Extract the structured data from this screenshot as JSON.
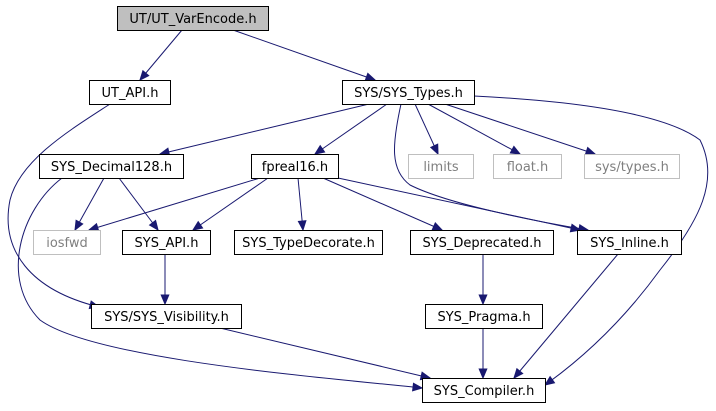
{
  "diagram": {
    "colors": {
      "edge": "#191970",
      "root_fill": "#bfbfbf",
      "node_border": "#000000",
      "system_border": "#bfbfbf",
      "system_text": "#7f7f7f"
    },
    "nodes": [
      {
        "id": "ut_varencode",
        "label": "UT/UT_VarEncode.h",
        "kind": "root"
      },
      {
        "id": "ut_api",
        "label": "UT_API.h",
        "kind": "header"
      },
      {
        "id": "sys_types",
        "label": "SYS/SYS_Types.h",
        "kind": "header"
      },
      {
        "id": "sys_decimal128",
        "label": "SYS_Decimal128.h",
        "kind": "header"
      },
      {
        "id": "fpreal16",
        "label": "fpreal16.h",
        "kind": "header"
      },
      {
        "id": "limits",
        "label": "limits",
        "kind": "system"
      },
      {
        "id": "float_h",
        "label": "float.h",
        "kind": "system"
      },
      {
        "id": "sys_types_sys",
        "label": "sys/types.h",
        "kind": "system"
      },
      {
        "id": "iosfwd",
        "label": "iosfwd",
        "kind": "system"
      },
      {
        "id": "sys_api",
        "label": "SYS_API.h",
        "kind": "header"
      },
      {
        "id": "sys_typedecorate",
        "label": "SYS_TypeDecorate.h",
        "kind": "header"
      },
      {
        "id": "sys_deprecated",
        "label": "SYS_Deprecated.h",
        "kind": "header"
      },
      {
        "id": "sys_inline",
        "label": "SYS_Inline.h",
        "kind": "header"
      },
      {
        "id": "sys_visibility",
        "label": "SYS/SYS_Visibility.h",
        "kind": "header"
      },
      {
        "id": "sys_pragma",
        "label": "SYS_Pragma.h",
        "kind": "header"
      },
      {
        "id": "sys_compiler",
        "label": "SYS_Compiler.h",
        "kind": "header"
      }
    ],
    "edges": [
      {
        "from": "ut_varencode",
        "to": "ut_api"
      },
      {
        "from": "ut_varencode",
        "to": "sys_types"
      },
      {
        "from": "ut_api",
        "to": "sys_visibility"
      },
      {
        "from": "sys_types",
        "to": "sys_decimal128"
      },
      {
        "from": "sys_types",
        "to": "fpreal16"
      },
      {
        "from": "sys_types",
        "to": "limits"
      },
      {
        "from": "sys_types",
        "to": "float_h"
      },
      {
        "from": "sys_types",
        "to": "sys_types_sys"
      },
      {
        "from": "sys_types",
        "to": "sys_inline"
      },
      {
        "from": "sys_types",
        "to": "sys_compiler"
      },
      {
        "from": "sys_decimal128",
        "to": "iosfwd"
      },
      {
        "from": "sys_decimal128",
        "to": "sys_api"
      },
      {
        "from": "sys_decimal128",
        "to": "sys_compiler"
      },
      {
        "from": "fpreal16",
        "to": "iosfwd"
      },
      {
        "from": "fpreal16",
        "to": "sys_api"
      },
      {
        "from": "fpreal16",
        "to": "sys_typedecorate"
      },
      {
        "from": "fpreal16",
        "to": "sys_deprecated"
      },
      {
        "from": "fpreal16",
        "to": "sys_inline"
      },
      {
        "from": "sys_api",
        "to": "sys_visibility"
      },
      {
        "from": "sys_deprecated",
        "to": "sys_pragma"
      },
      {
        "from": "sys_inline",
        "to": "sys_compiler"
      },
      {
        "from": "sys_visibility",
        "to": "sys_compiler"
      },
      {
        "from": "sys_pragma",
        "to": "sys_compiler"
      }
    ]
  }
}
